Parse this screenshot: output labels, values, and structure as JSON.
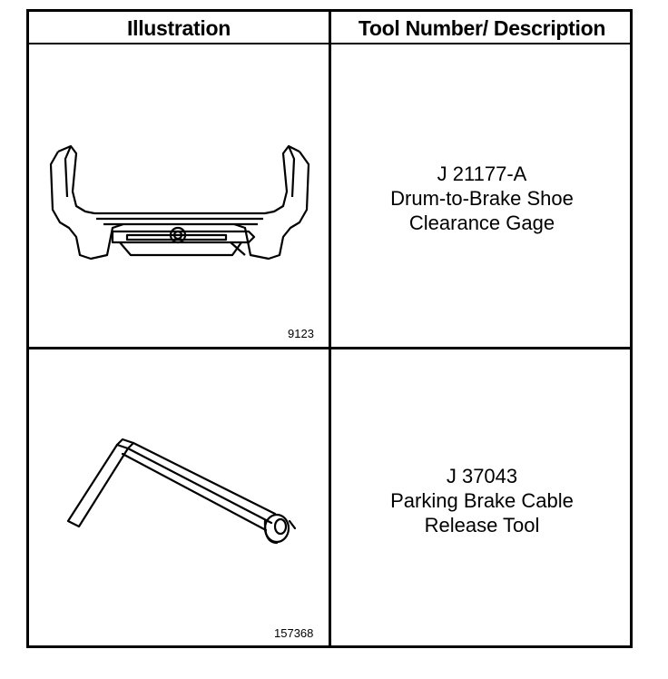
{
  "table": {
    "headers": {
      "illustration": "Illustration",
      "tool": "Tool Number/ Description"
    },
    "rows": [
      {
        "figure_id": "9123",
        "tool_number": "J 21177-A",
        "description_lines": [
          "Drum-to-Brake Shoe",
          "Clearance Gage"
        ]
      },
      {
        "figure_id": "157368",
        "tool_number": "J 37043",
        "description_lines": [
          "Parking Brake Cable",
          "Release Tool"
        ]
      }
    ]
  }
}
